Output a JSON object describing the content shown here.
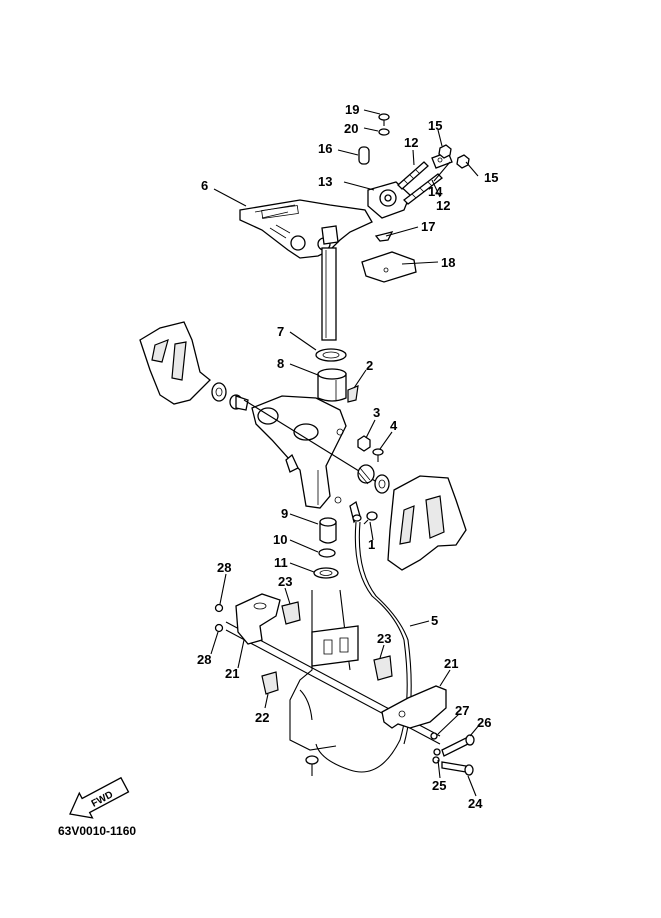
{
  "diagram": {
    "drawing_code": "63V0010-1160",
    "direction_badge": "FWD",
    "callouts": [
      "1",
      "2",
      "3",
      "4",
      "5",
      "6",
      "7",
      "8",
      "9",
      "10",
      "11",
      "12",
      "13",
      "14",
      "15",
      "16",
      "17",
      "18",
      "19",
      "20",
      "21",
      "22",
      "23",
      "24",
      "25",
      "26",
      "27",
      "28"
    ]
  },
  "labels": {
    "c19": "19",
    "c20": "20",
    "c16": "16",
    "c12a": "12",
    "c15a": "15",
    "c6": "6",
    "c13": "13",
    "c14": "14",
    "c15b": "15",
    "c12b": "12",
    "c17": "17",
    "c18": "18",
    "c7": "7",
    "c8": "8",
    "c2": "2",
    "c3": "3",
    "c4": "4",
    "c9": "9",
    "c1": "1",
    "c10": "10",
    "c11": "11",
    "c28a": "28",
    "c23a": "23",
    "c5": "5",
    "c23b": "23",
    "c28b": "28",
    "c21a": "21",
    "c21b": "21",
    "c22": "22",
    "c27": "27",
    "c26": "26",
    "c25": "25",
    "c24": "24"
  }
}
